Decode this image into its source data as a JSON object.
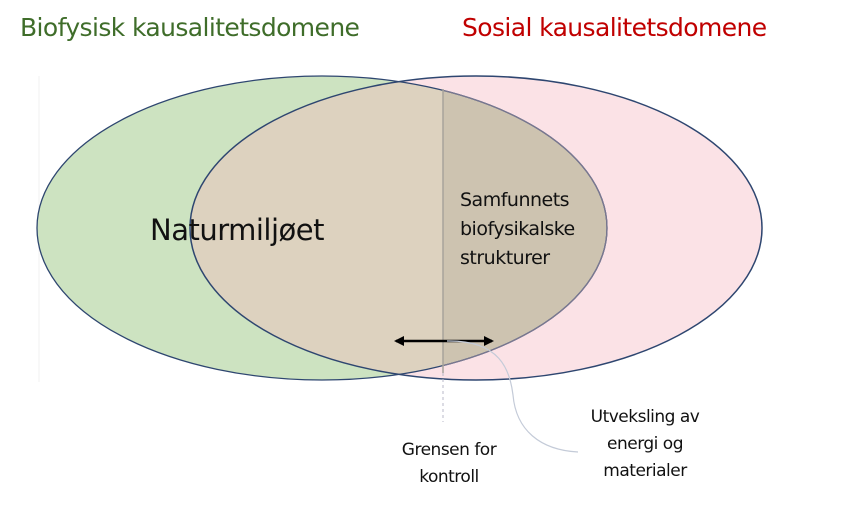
{
  "titles": {
    "left": "Biofysisk kausalitetsdomene",
    "right": "Sosial kausalitetsdomene"
  },
  "labels": {
    "nature": "Naturmiljøet",
    "society": [
      "Samfunnets",
      "biofysikalske",
      "strukturer"
    ],
    "control_boundary": [
      "Grensen for",
      "kontroll"
    ],
    "exchange": [
      "Utveksling av",
      "energi og",
      "materialer"
    ]
  },
  "colors": {
    "left_title": "#3f6d2a",
    "right_title": "#c00000",
    "green_fill": "#cde3c1",
    "pink_fill": "#fbe2e6",
    "overlap_fill": "#ddd2bf",
    "society_fill": "#cdc3b0",
    "outline": "#2e4670"
  }
}
